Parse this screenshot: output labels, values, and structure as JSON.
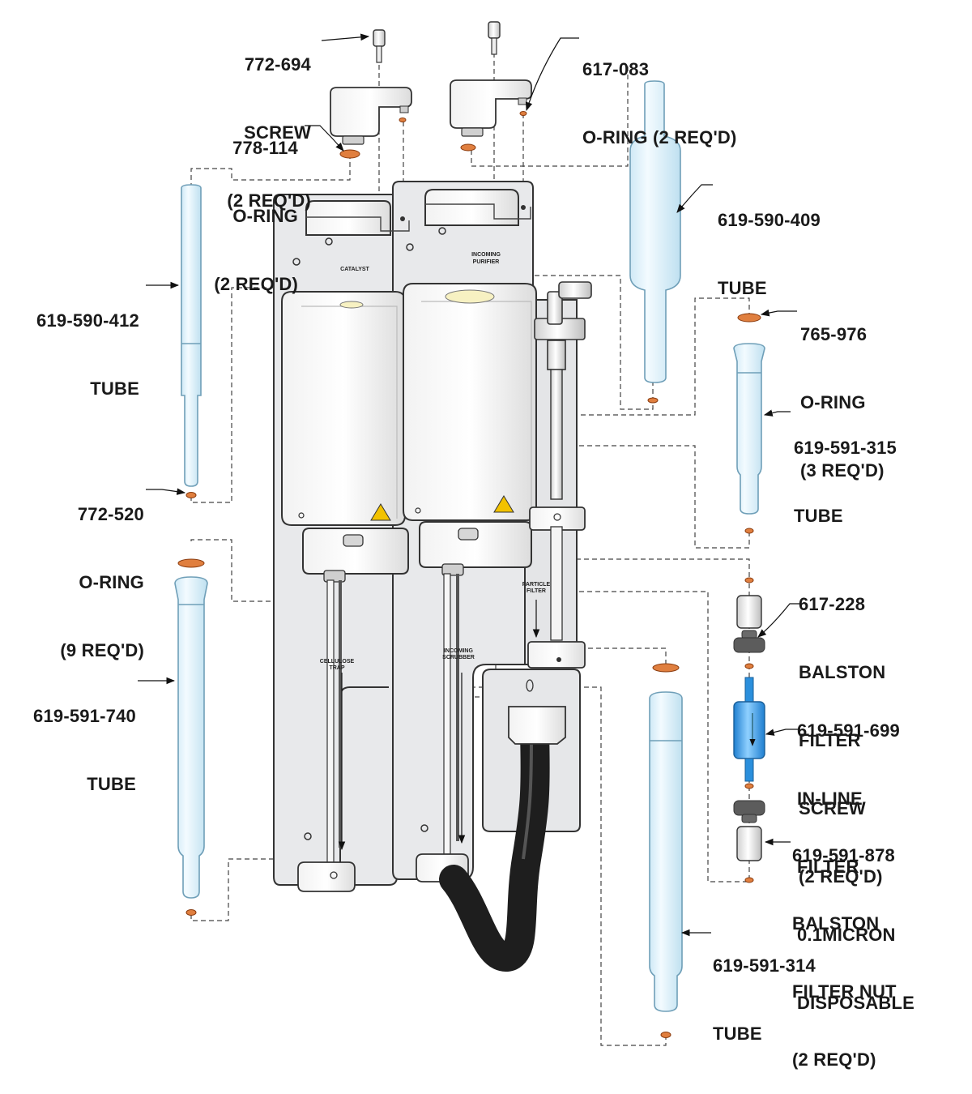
{
  "diagram": {
    "title": "Purifier panel exploded parts view",
    "colors": {
      "tube_fill": "#e8f5fb",
      "tube_stroke": "#7aaec8",
      "oring": "#e07f3f",
      "panel": "#e9eaec",
      "block": "#f4f4f4",
      "filter_blue": "#2b8fdc",
      "hose": "#222222",
      "nut": "#5c5c5c",
      "warning": "#f2c200"
    },
    "panel_labels": {
      "catalyst": "CATALYST",
      "incoming_purifier_1": "INCOMING",
      "incoming_purifier_2": "PURIFIER",
      "cellulose_trap_1": "CELLULOSE",
      "cellulose_trap_2": "TRAP",
      "incoming_scrubber_1": "INCOMING",
      "incoming_scrubber_2": "SCRUBBER",
      "particle_filter_1": "PARTICLE",
      "particle_filter_2": "FILTER"
    },
    "callouts": [
      {
        "id": "screw",
        "lines": [
          "772-694",
          "SCREW",
          "(2 REQ'D)"
        ]
      },
      {
        "id": "oring-617-083",
        "lines": [
          "617-083",
          "O-RING (2 REQ'D)"
        ]
      },
      {
        "id": "oring-778-114",
        "lines": [
          "778-114",
          "O-RING",
          "(2 REQ'D)"
        ]
      },
      {
        "id": "tube-619-590-409",
        "lines": [
          "619-590-409",
          "TUBE"
        ]
      },
      {
        "id": "tube-619-590-412",
        "lines": [
          "619-590-412",
          "TUBE"
        ]
      },
      {
        "id": "oring-765-976",
        "lines": [
          "765-976",
          "O-RING",
          "(3 REQ'D)"
        ]
      },
      {
        "id": "tube-619-591-315",
        "lines": [
          "619-591-315",
          "TUBE"
        ]
      },
      {
        "id": "oring-772-520",
        "lines": [
          "772-520",
          "O-RING",
          "(9 REQ'D)"
        ]
      },
      {
        "id": "balston-screw",
        "lines": [
          "617-228",
          "BALSTON",
          "FILTER",
          "SCREW",
          "(2 REQ'D)"
        ]
      },
      {
        "id": "tube-619-591-740",
        "lines": [
          "619-591-740",
          "TUBE"
        ]
      },
      {
        "id": "inline-filter",
        "lines": [
          "619-591-699",
          "IN-LINE",
          "FILTER",
          "0.1MICRON",
          "DISPOSABLE"
        ]
      },
      {
        "id": "balston-nut",
        "lines": [
          "619-591-878",
          "BALSTON",
          "FILTER NUT",
          "(2 REQ'D)"
        ]
      },
      {
        "id": "tube-619-591-314",
        "lines": [
          "619-591-314",
          "TUBE"
        ]
      }
    ]
  }
}
